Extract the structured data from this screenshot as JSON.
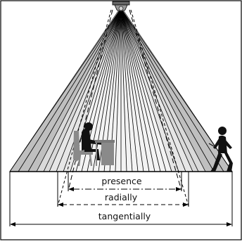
{
  "labels": {
    "presence": "presence",
    "radially": "radially",
    "tangentially": "tangentially"
  },
  "colors": {
    "frame": "#000000",
    "cone_light": "#d9d9d9",
    "cone_mid": "#b5b5b5",
    "presence_zone": "#f2f2f2",
    "figure_gray": "#7a7a7a",
    "figure_dark": "#111111"
  },
  "icons": {
    "sensor": "ceiling-sensor-icon",
    "seated_person": "seated-person-at-desk-icon",
    "walking_person": "walking-person-icon"
  }
}
